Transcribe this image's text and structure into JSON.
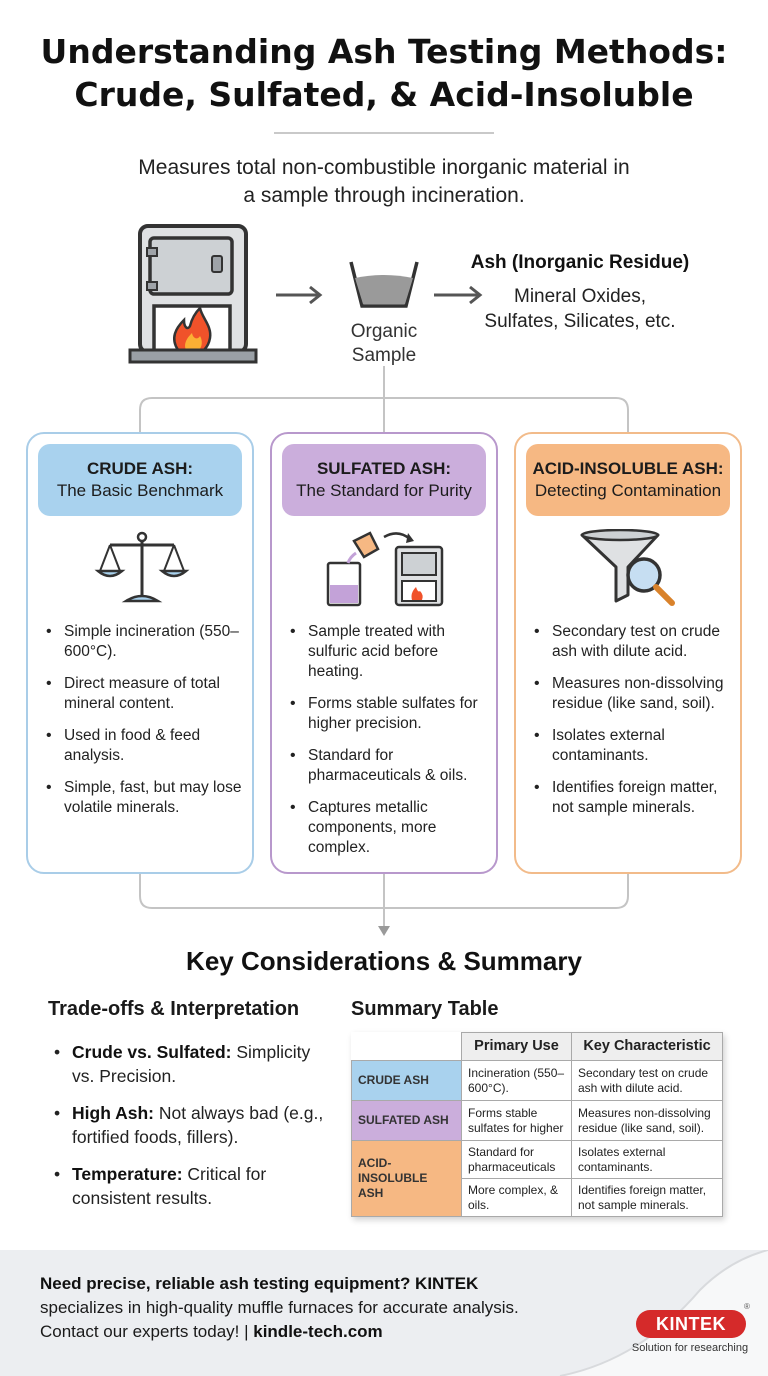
{
  "header": {
    "title_line1": "Understanding Ash Testing Methods:",
    "title_line2": "Crude, Sulfated, & Acid-Insoluble",
    "subtitle_line1": "Measures total non-combustible inorganic material in",
    "subtitle_line2": "a sample through incineration."
  },
  "process": {
    "furnace_icon": "muffle-furnace-icon",
    "sample_icon": "crucible-icon",
    "sample_label_line1": "Organic",
    "sample_label_line2": "Sample",
    "ash_title": "Ash (Inorganic Residue)",
    "ash_line1": "Mineral Oxides,",
    "ash_line2": "Sulfates, Silicates, etc."
  },
  "methods": [
    {
      "title": "CRUDE ASH:",
      "subtitle": "The Basic Benchmark",
      "icon": "balance-scale-icon",
      "color_header": "#a9d2ee",
      "color_border": "#a9cde8",
      "bullets": [
        "Simple incineration (550–600°C).",
        "Direct measure of total mineral content.",
        "Used in food & feed analysis.",
        "Simple, fast, but may lose volatile minerals."
      ]
    },
    {
      "title": "SULFATED ASH:",
      "subtitle": "The Standard for Purity",
      "icon": "acid-pour-furnace-icon",
      "color_header": "#cbaedc",
      "color_border": "#b898cc",
      "bullets": [
        "Sample treated with sulfuric acid before heating.",
        "Forms stable sulfates for higher precision.",
        "Standard for pharmaceuticals & oils.",
        "Captures metallic components, more complex."
      ]
    },
    {
      "title": "ACID-INSOLUBLE ASH:",
      "subtitle": "Detecting Contamination",
      "icon": "funnel-magnifier-icon",
      "color_header": "#f6b883",
      "color_border": "#f2bb8a",
      "bullets": [
        "Secondary test on crude ash with dilute acid.",
        "Measures non-dissolving residue (like sand, soil).",
        "Isolates external contaminants.",
        "Identifies foreign matter, not sample minerals."
      ]
    }
  ],
  "summary": {
    "section_title": "Key Considerations & Summary",
    "tradeoffs_title": "Trade-offs & Interpretation",
    "tradeoffs": [
      {
        "bold": "Crude vs. Sulfated:",
        "text": " Simplicity vs. Precision."
      },
      {
        "bold": "High Ash:",
        "text": " Not always bad (e.g., fortified foods, fillers)."
      },
      {
        "bold": "Temperature:",
        "text": " Critical for consistent results."
      }
    ],
    "table_title": "Summary Table",
    "table": {
      "col_headers": [
        "Primary Use",
        "Key Characteristic"
      ],
      "rows": [
        {
          "label": "CRUDE ASH",
          "use": "Incineration (550–600°C).",
          "char": "Secondary test on crude ash with dilute acid."
        },
        {
          "label": "SULFATED ASH",
          "use": "Forms stable sulfates for higher",
          "char": "Measures non-dissolving residue (like sand, soil)."
        },
        {
          "label": "ACID-INSOLUBLE ASH",
          "use": "Standard for pharmaceuticals",
          "char": "Isolates external contaminants."
        },
        {
          "label": "",
          "use": "More complex, & oils.",
          "char": "Identifies foreign matter, not sample minerals."
        }
      ],
      "row_colors": [
        "#a9d2ee",
        "#cbaedc",
        "#f6b883"
      ]
    }
  },
  "footer": {
    "line1_bold": "Need precise, reliable ash testing equipment? KINTEK",
    "line2": "specializes in high-quality muffle furnaces for accurate analysis.",
    "line3_text": "Contact our experts today! | ",
    "line3_bold": "kindle-tech.com",
    "logo_text": "KINTEK",
    "logo_mark": "®",
    "logo_tagline": "Solution for researching"
  }
}
